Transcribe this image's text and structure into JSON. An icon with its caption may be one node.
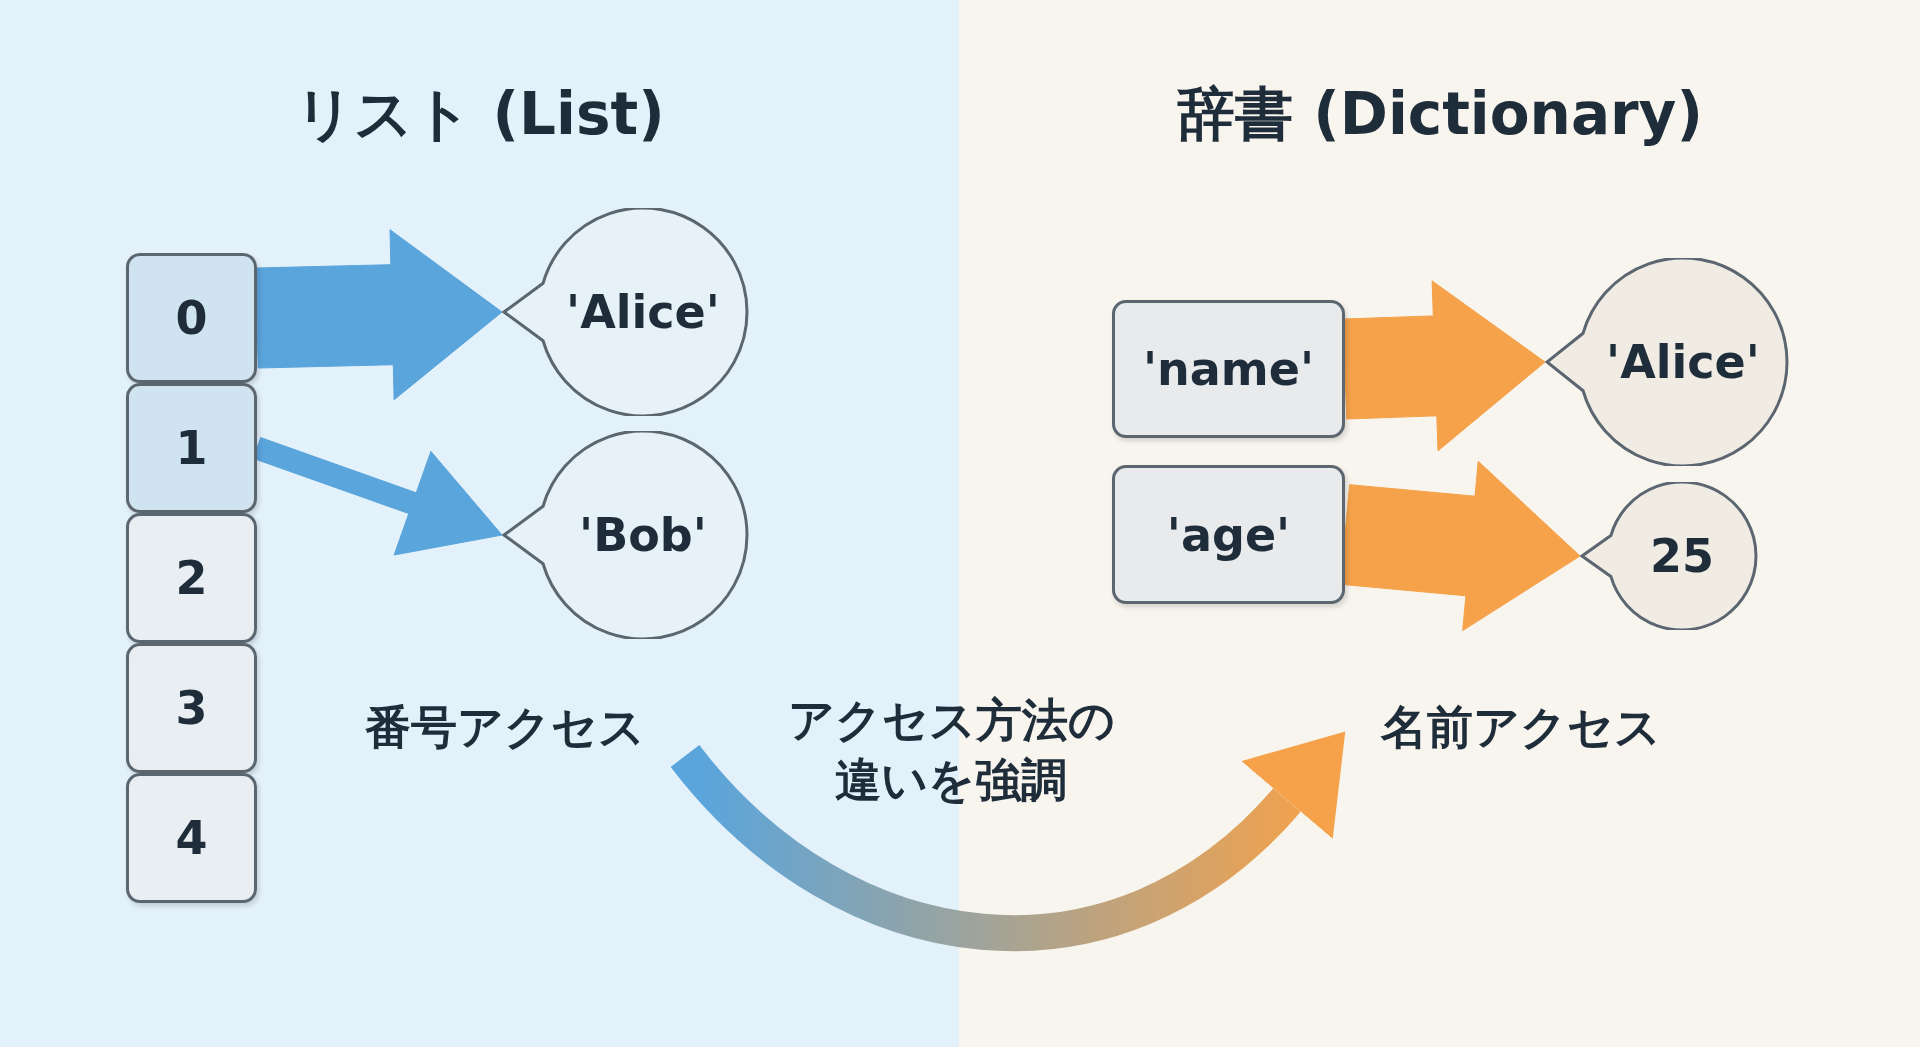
{
  "diagram": {
    "nodes": [
      {
        "text": [
          "0"
        ]
      },
      {
        "text": [
          "1"
        ]
      },
      {
        "text": [
          "2"
        ]
      },
      {
        "text": [
          "3"
        ]
      },
      {
        "text": [
          "4"
        ]
      },
      {
        "text": [
          "'Alice'"
        ]
      },
      {
        "text": [
          "'Bob'"
        ]
      },
      {
        "text": [
          "'name'"
        ]
      },
      {
        "text": [
          "'age'"
        ]
      },
      {
        "text": [
          "'Alice'"
        ]
      },
      {
        "text": [
          "25"
        ]
      },
      {
        "text": [
          "番号アクセス"
        ]
      },
      {
        "text": [
          "名前アクセス"
        ]
      }
    ],
    "edges": [
      {
        "from": 0,
        "to": 5,
        "arrow": "to",
        "color": "#5aa5dc"
      },
      {
        "from": 1,
        "to": 6,
        "arrow": "to",
        "color": "#5aa5dc"
      },
      {
        "from": 7,
        "to": 9,
        "arrow": "to",
        "color": "#f5a24a"
      },
      {
        "from": 8,
        "to": 10,
        "arrow": "to",
        "color": "#f5a24a"
      },
      {
        "from": 11,
        "to": 12,
        "arrow": "to",
        "label": "アクセス方法の違いを強調"
      }
    ],
    "labels": [
      "リスト (List)",
      "辞書 (Dictionary)"
    ]
  }
}
